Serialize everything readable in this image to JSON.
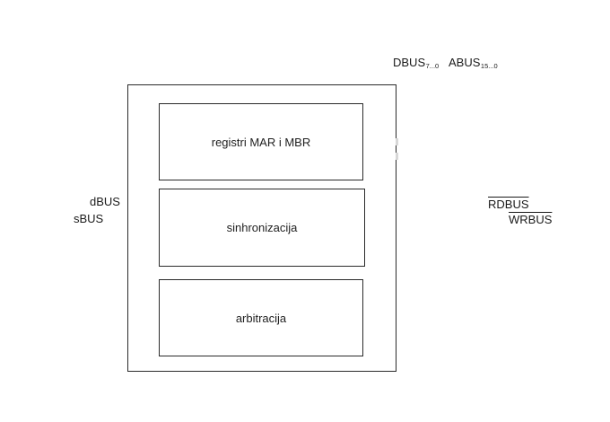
{
  "blocks": {
    "mar_mbr": "registri MAR i MBR",
    "sync": "sinhronizacija",
    "arbitration": "arbitracija"
  },
  "signals": {
    "dbus_data": {
      "name": "DBUS",
      "range": "7...0"
    },
    "abus": {
      "name": "ABUS",
      "range": "15...0"
    },
    "dbus": "dBUS",
    "sbus": "sBUS",
    "rdbus": "RDBUS",
    "wrbus": "WRBUS"
  }
}
